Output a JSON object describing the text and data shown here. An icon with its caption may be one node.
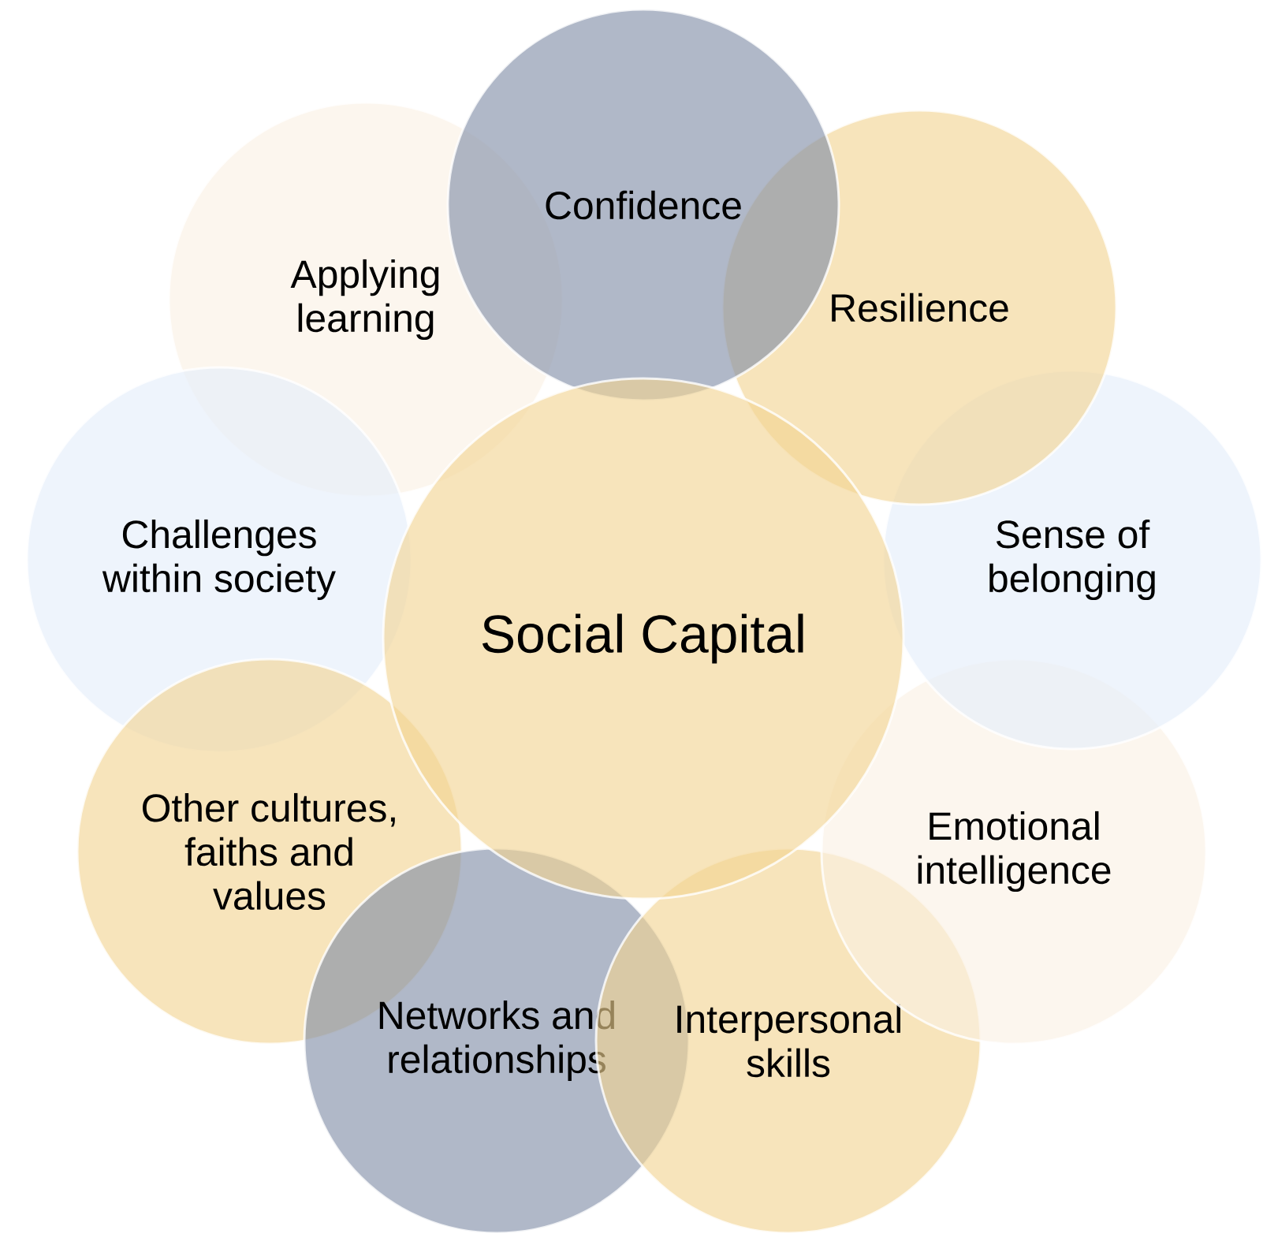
{
  "diagram": {
    "nodes": [
      {
        "text": [
          "Social Capital"
        ]
      },
      {
        "text": [
          "Confidence"
        ]
      },
      {
        "text": [
          "Resilience"
        ]
      },
      {
        "text": [
          "Sense of belonging"
        ]
      },
      {
        "text": [
          "Emotional intelligence"
        ]
      },
      {
        "text": [
          "Interpersonal skills"
        ]
      },
      {
        "text": [
          "Networks and relationships"
        ]
      },
      {
        "text": [
          "Other cultures, faiths and values"
        ]
      },
      {
        "text": [
          "Challenges within society"
        ]
      },
      {
        "text": [
          "Applying learning"
        ]
      }
    ]
  }
}
